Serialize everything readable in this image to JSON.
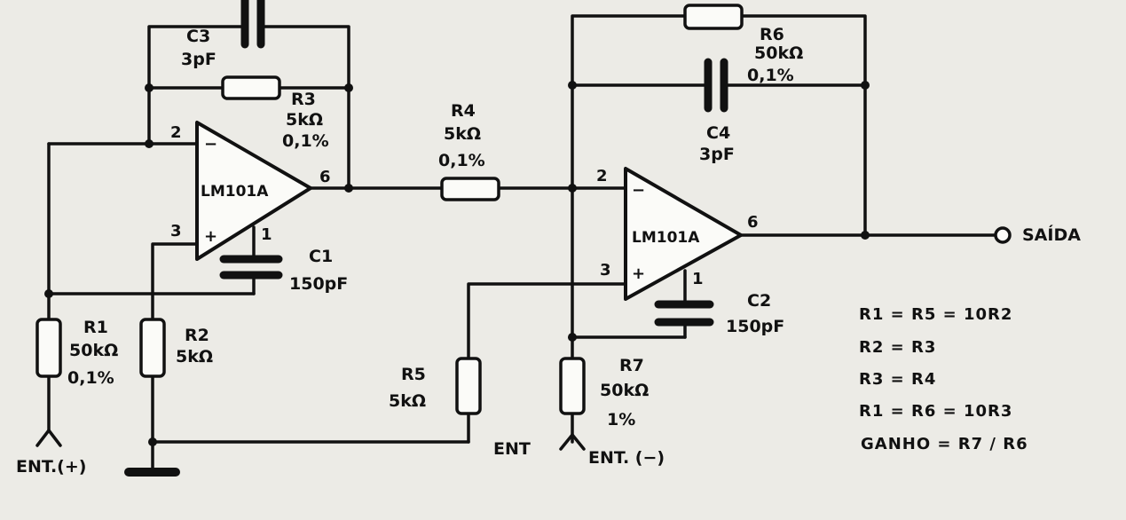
{
  "ic1": {
    "part": "LM101A",
    "pin_inv": "2",
    "pin_noninv": "3",
    "pin_out": "6",
    "pin_comp": "1",
    "sign_inv": "−",
    "sign_noninv": "+"
  },
  "ic2": {
    "part": "LM101A",
    "pin_inv": "2",
    "pin_noninv": "3",
    "pin_out": "6",
    "pin_comp": "1",
    "sign_inv": "−",
    "sign_noninv": "+"
  },
  "components": {
    "c3": {
      "name": "C3",
      "value": "3pF"
    },
    "r3": {
      "name": "R3",
      "value": "5kΩ",
      "tol": "0,1%"
    },
    "c1": {
      "name": "C1",
      "value": "150pF"
    },
    "r1": {
      "name": "R1",
      "value": "50kΩ",
      "tol": "0,1%"
    },
    "r2": {
      "name": "R2",
      "value": "5kΩ"
    },
    "r4": {
      "name": "R4",
      "value": "5kΩ",
      "tol": "0,1%"
    },
    "r6": {
      "name": "R6",
      "value": "50kΩ",
      "tol": "0,1%"
    },
    "c4": {
      "name": "C4",
      "value": "3pF"
    },
    "c2": {
      "name": "C2",
      "value": "150pF"
    },
    "r5": {
      "name": "R5",
      "value": "5kΩ"
    },
    "r7": {
      "name": "R7",
      "value": "50kΩ",
      "tol": "1%"
    }
  },
  "terminals": {
    "ent_plus": "ENT.(+)",
    "ent": "ENT",
    "ent_minus": "ENT. (−)",
    "saida": "SAÍDA"
  },
  "equations": [
    "R1 = R5 = 10R2",
    "R2 = R3",
    "R3 = R4",
    "R1 = R6 = 10R3",
    "GANHO = R7 / R6"
  ]
}
